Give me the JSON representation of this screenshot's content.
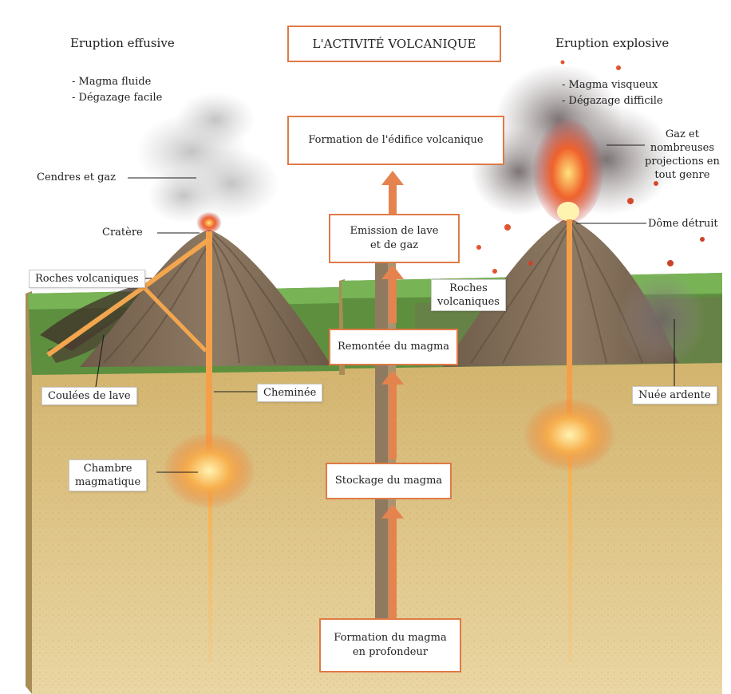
{
  "title": "L'ACTIVITÉ VOLCANIQUE",
  "colors": {
    "box_border": "#e07a45",
    "arrow": "#e5834f",
    "ground": "#d8be7c",
    "lava": "#f5a34b",
    "grass": "#6aa94d"
  },
  "left": {
    "heading": "Eruption effusive",
    "traits": [
      "- Magma fluide",
      "- Dégazage facile"
    ],
    "labels": {
      "ash": "Cendres et gaz",
      "crater": "Cratère",
      "rocks": "Roches volcaniques",
      "lava_flows": "Coulées de lave",
      "chimney": "Cheminée",
      "chamber": [
        "Chambre",
        "magmatique"
      ]
    }
  },
  "right": {
    "heading": "Eruption explosive",
    "traits": [
      "- Magma visqueux",
      "- Dégazage difficile"
    ],
    "labels": {
      "gas": [
        "Gaz et",
        "nombreuses",
        "projections en",
        "tout genre"
      ],
      "dome": "Dôme détruit",
      "rocks": [
        "Roches",
        "volcaniques"
      ],
      "cloud": "Nuée ardente"
    }
  },
  "sequence": {
    "formation_edifice": "Formation de l'édifice volcanique",
    "emission": [
      "Emission de lave",
      "et de gaz"
    ],
    "ascent": "Remontée du magma",
    "storage": "Stockage du magma",
    "formation_magma": [
      "Formation du magma",
      "en profondeur"
    ]
  }
}
